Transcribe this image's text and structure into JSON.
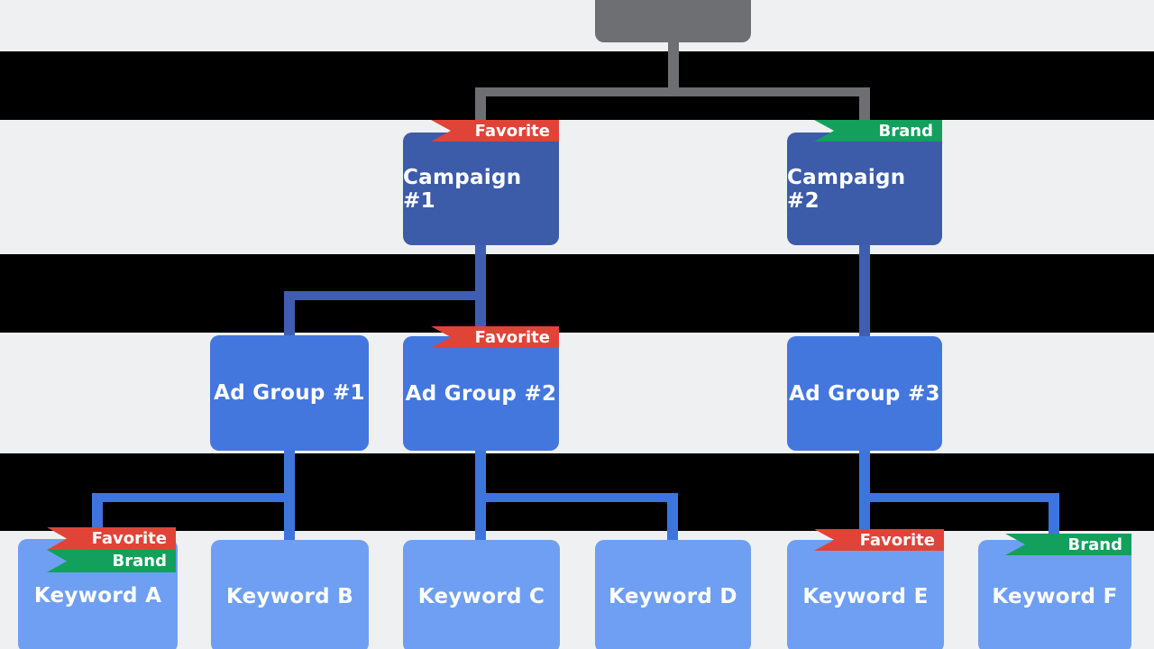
{
  "diagram": {
    "description": "Ad account structure tree: root account over campaigns, ad groups and keywords, on alternating light/black horizontal bands",
    "colors": {
      "band_light": "#eff0f1",
      "band_dark": "#000000",
      "root_fill": "#6d6f72",
      "campaign_fill": "#3c5ba9",
      "ad_group_fill": "#4377de",
      "keyword_fill": "#6f9ff2",
      "connector_gray": "#6d6f72",
      "connector_campaign_level": "#3f5eb3",
      "connector_adgroup_level": "#3d74de",
      "ribbon_favorite": "#df4437",
      "ribbon_brand": "#12a05c",
      "text": "#ffffff"
    },
    "root": {
      "label": ""
    },
    "campaigns": [
      {
        "label": "Campaign #1",
        "ribbons": [
          "Favorite"
        ]
      },
      {
        "label": "Campaign #2",
        "ribbons": [
          "Brand"
        ]
      }
    ],
    "ad_groups": [
      {
        "label": "Ad Group #1",
        "ribbons": []
      },
      {
        "label": "Ad Group #2",
        "ribbons": [
          "Favorite"
        ]
      },
      {
        "label": "Ad Group #3",
        "ribbons": []
      }
    ],
    "keywords": [
      {
        "label": "Keyword A",
        "ribbons": [
          "Favorite",
          "Brand"
        ]
      },
      {
        "label": "Keyword B",
        "ribbons": []
      },
      {
        "label": "Keyword C",
        "ribbons": []
      },
      {
        "label": "Keyword D",
        "ribbons": []
      },
      {
        "label": "Keyword E",
        "ribbons": [
          "Favorite"
        ]
      },
      {
        "label": "Keyword F",
        "ribbons": [
          "Brand"
        ]
      }
    ],
    "edges": [
      "root->Campaign #1",
      "root->Campaign #2",
      "Campaign #1->Ad Group #1",
      "Campaign #1->Ad Group #2",
      "Campaign #2->Ad Group #3",
      "Ad Group #1->Keyword A",
      "Ad Group #1->Keyword B",
      "Ad Group #2->Keyword C",
      "Ad Group #2->Keyword D",
      "Ad Group #3->Keyword E",
      "Ad Group #3->Keyword F"
    ]
  }
}
